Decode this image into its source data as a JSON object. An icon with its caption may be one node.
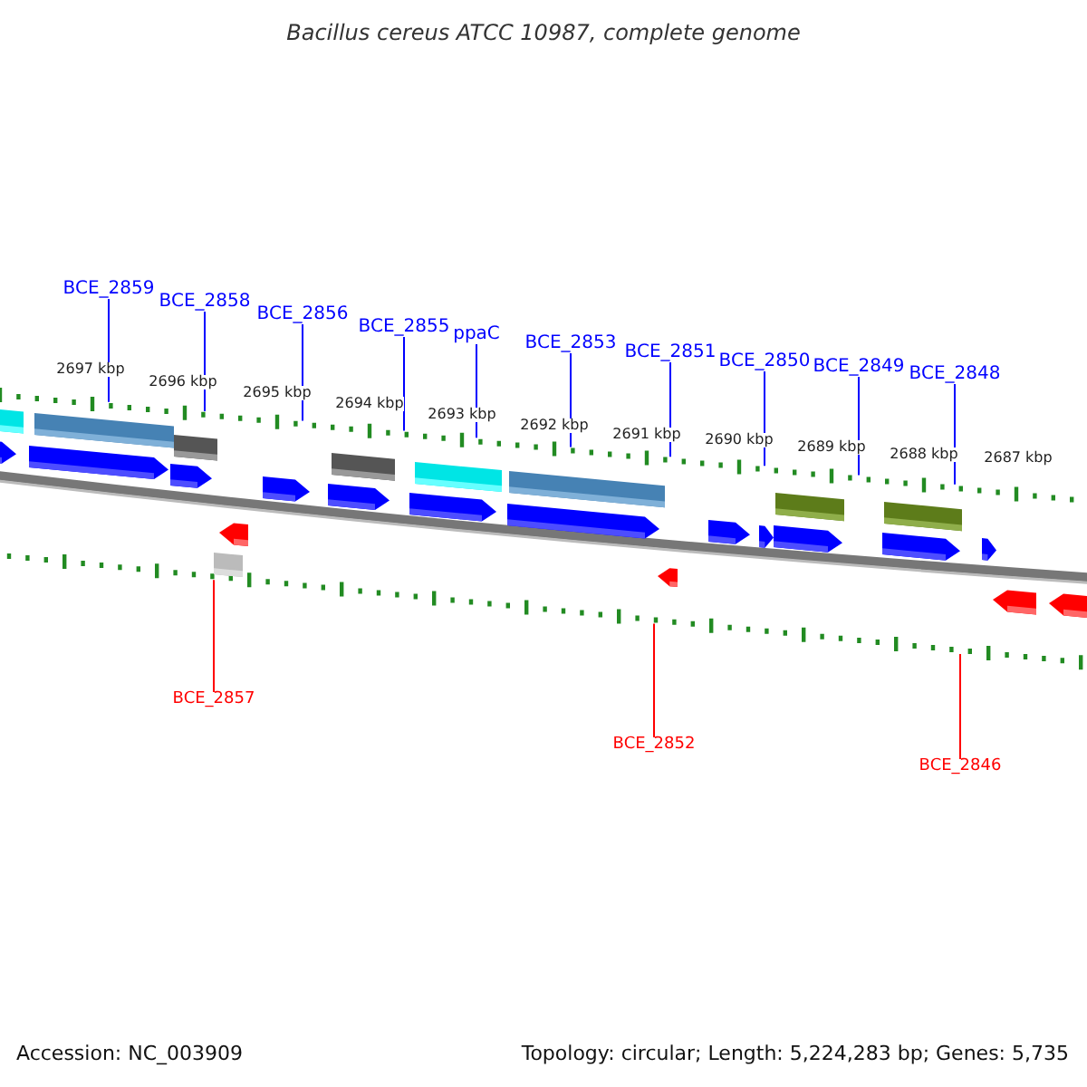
{
  "diagram": {
    "title": "Bacillus cereus ATCC 10987, complete genome",
    "nodes": [
      {
        "text": [
          "BCE_2859"
        ]
      },
      {
        "text": [
          "BCE_2858"
        ]
      },
      {
        "text": [
          "BCE_2856"
        ]
      },
      {
        "text": [
          "BCE_2855"
        ]
      },
      {
        "text": [
          "ppaC"
        ]
      },
      {
        "text": [
          "BCE_2853"
        ]
      },
      {
        "text": [
          "BCE_2851"
        ]
      },
      {
        "text": [
          "BCE_2850"
        ]
      },
      {
        "text": [
          "BCE_2849"
        ]
      },
      {
        "text": [
          "BCE_2848"
        ]
      },
      {
        "text": [
          "BCE_2857"
        ]
      },
      {
        "text": [
          "BCE_2852"
        ]
      },
      {
        "text": [
          "BCE_2846"
        ]
      },
      {
        "text": [],
        "shape": "bar"
      },
      {
        "text": [],
        "shape": "bar"
      }
    ],
    "edges": [
      {
        "from": 0,
        "to": 13,
        "arrow": "none"
      },
      {
        "from": 1,
        "to": 13,
        "arrow": "none"
      },
      {
        "from": 2,
        "to": 13,
        "arrow": "none"
      },
      {
        "from": 3,
        "to": 13,
        "arrow": "none"
      },
      {
        "from": 4,
        "to": 13,
        "arrow": "none"
      },
      {
        "from": 5,
        "to": 13,
        "arrow": "none"
      },
      {
        "from": 6,
        "to": 13,
        "arrow": "none"
      },
      {
        "from": 7,
        "to": 13,
        "arrow": "none"
      },
      {
        "from": 8,
        "to": 13,
        "arrow": "none"
      },
      {
        "from": 9,
        "to": 13,
        "arrow": "none"
      },
      {
        "from": 10,
        "to": 14,
        "arrow": "none",
        "color": "#ff0000"
      },
      {
        "from": 11,
        "to": 14,
        "arrow": "none",
        "color": "#ff0000"
      },
      {
        "from": 12,
        "to": 14,
        "arrow": "none",
        "color": "#ff0000"
      }
    ],
    "labels": [
      "2697 kbp",
      "2696 kbp",
      "2695 kbp",
      "2694 kbp",
      "2693 kbp",
      "2692 kbp",
      "2691 kbp",
      "2690 kbp",
      "2689 kbp",
      "2688 kbp",
      "2687 kbp",
      "Accession: NC_003909",
      "Topology: circular; Length: 5,224,283 bp; Genes: 5,735"
    ]
  }
}
